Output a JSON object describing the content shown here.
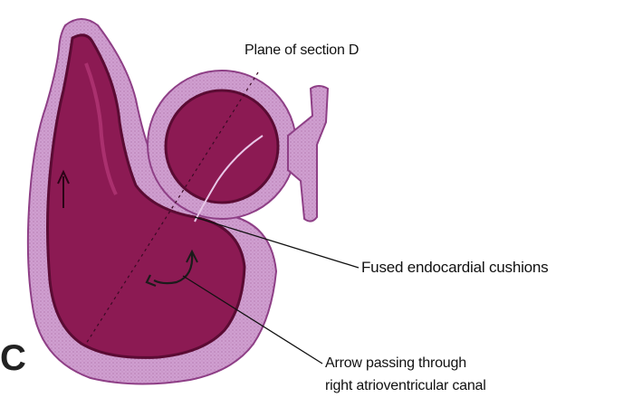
{
  "labels": {
    "plane": "Plane of section D",
    "fused": "Fused endocardial cushions",
    "arrow_line1": "Arrow passing through",
    "arrow_line2": "right atrioventricular canal",
    "panel_letter": "C"
  },
  "colors": {
    "outer_wall": "#cf9fd0",
    "outer_wall_stroke": "#8e3f86",
    "lumen": "#8c1a53",
    "lumen_edge": "#5a0b33",
    "lumen_highlight": "#b63a7a",
    "leader_line": "#111111"
  }
}
